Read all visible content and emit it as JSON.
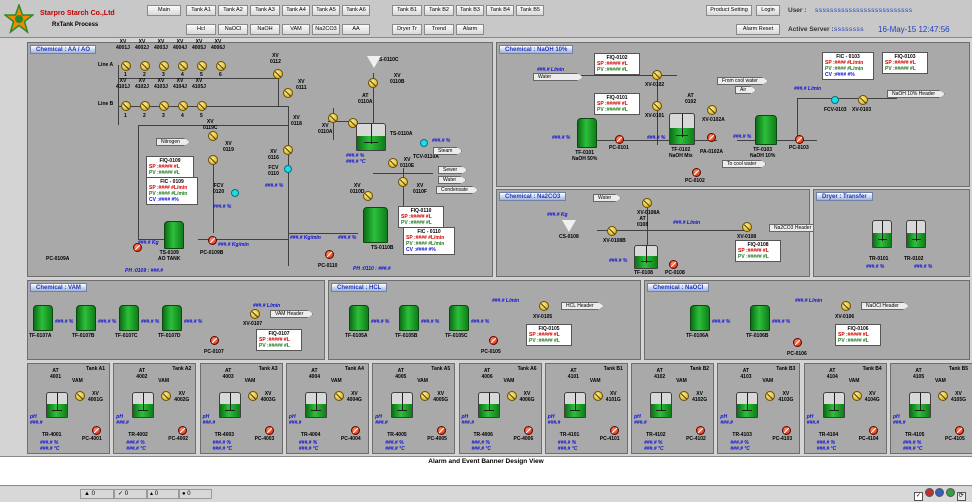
{
  "company": {
    "name": "Starpro Starch Co.,Ltd",
    "subtitle": "RxTank Process"
  },
  "nav": {
    "row1": [
      "Main",
      "Tank A1",
      "Tank A2",
      "Tank A3",
      "Tank A4",
      "Tank A5",
      "Tank A6",
      "Tank B1",
      "Tank B2",
      "Tank B3",
      "Tank B4",
      "Tank B5"
    ],
    "row2": [
      "Hcl",
      "NaOCl",
      "NaOH",
      "VAM",
      "Na2CO3",
      "AA",
      "Dryer Tr",
      "Trend",
      "Alarm"
    ],
    "product_setting": "Product Setting",
    "login": "Login",
    "alarm_reset": "Alarm Reset",
    "user_label": "User :",
    "user_value": "ssssssssssssssssssssssssss",
    "server_label": "Active Server :",
    "server_value": "ssssssss",
    "datetime": "16-May-15 12:47:56"
  },
  "panels": {
    "aa": "Chemical : AA / AO",
    "naoh": "Chemical : NaOH 10%",
    "na2co3": "Chemical : Na2CO3",
    "dryer": "Dryer : Transfer",
    "vam": "Chemical : VAM",
    "hcl": "Chemical : HCL",
    "naocl": "Chemical : NaOCl"
  },
  "aa": {
    "line_a": "Line A",
    "line_b": "Line B",
    "xv_a": [
      "XV\n4001J",
      "XV\n4002J",
      "XV\n4003J",
      "XV\n4004J",
      "XV\n4005J",
      "XV\n4006J"
    ],
    "xv_b": [
      "XV\n4101J",
      "XV\n4102J",
      "XV\n4103J",
      "XV\n4104J",
      "XV\n4105J"
    ],
    "nums_a": [
      "1",
      "2",
      "3",
      "4",
      "5",
      "6"
    ],
    "nums_b": [
      "1",
      "2",
      "3",
      "4",
      "5"
    ],
    "xv0112": "XV\n0112",
    "xv0111": "XV\n0111",
    "xv0119c": "XV\n0119C",
    "nitrogen": "Nitrogen",
    "xv0119": "XV\n0119",
    "xv0118": "XV\n0118",
    "fcv0120": "FCV\n0120",
    "xv0116": "XV\n0116",
    "fcv0110": "FCV\n0110",
    "ts0110c": "TS-0110C",
    "xv0110b": "XV\n0110B",
    "at0110a": "AT\n0110A",
    "xv0110a": "XV\n0110A",
    "ts0110a": "TS-0110A",
    "tcv0110a": "TCV-0110A",
    "xv0110e": "XV\n0110E",
    "xv0110f": "XV\n0110F",
    "xv0110d": "XV\n0110D",
    "steam": "Steam",
    "sewer": "Sewer",
    "water": "Water",
    "condensate": "Condensate",
    "fiq0109": {
      "t": "FIQ-0109",
      "sp": "SP :##### #L",
      "pv": "PV :##### #L"
    },
    "fic0109": {
      "t": "FIC - 0109",
      "sp": "SP :#### #L/min",
      "pv": "PV :#### #L/min",
      "cv": "CV :#### #%"
    },
    "fiq0110": {
      "t": "FIQ-0110",
      "sp": "SP :##### #L",
      "pv": "PV :##### #L"
    },
    "fic0110": {
      "t": "FIC - 0110",
      "sp": "SP :#### #L/min",
      "pv": "PV :#### #L/min",
      "cv": "CV :#### #%"
    },
    "ts0109": "TS-0109\nAO TANK",
    "pc0109a": "PC-0109A",
    "pc0109b": "PC-0109B",
    "ts0110b": "TS-0110B",
    "pc0110": "PC-0110",
    "v1": "###.# %",
    "v2": "###.# %",
    "v3": "###.# °C",
    "v4": "###.# Kg/min",
    "v5": "###.# Kg/min",
    "v6": "###.# Kg",
    "v7": "###.# %",
    "v8": "###.# %",
    "ph0109": "PH :0109 : ###.#",
    "ph0110": "PH :0110 : ###.#"
  },
  "naoh": {
    "flow": "###.# L/min",
    "water": "Water",
    "fiq0102": {
      "t": "FIQ-0102",
      "sp": "SP :##### #L",
      "pv": "PV :##### #L"
    },
    "fiq0101": {
      "t": "FIQ-0101",
      "sp": "SP :##### #L",
      "pv": "PV :##### #L"
    },
    "fiq0103": {
      "t": "FIQ-0103",
      "sp": "SP :##### #L",
      "pv": "PV :##### #L"
    },
    "fic0103": {
      "t": "FIC - 0103",
      "sp": "SP :#### #L/min",
      "pv": "PV :#### #L/min",
      "cv": "CV :#### #%"
    },
    "xv0102": "XV-0102",
    "xv0101": "XV-0101",
    "at0102": "AT\n0102",
    "from_cool": "From cool water",
    "air": "Air",
    "to_cool": "To cool water",
    "tf0101": "TF-0101\nNaOH 50%",
    "tf0102": "TF-0102\nNaOH Mix",
    "tf0103": "TF-0103\nNaOH 10%",
    "pc0101": "PC-0101",
    "pc0102": "PC-0102",
    "pc0103": "PC-0103",
    "xv0102a": "XV-0102A",
    "pa0102a": "PA-0102A",
    "fcv0103": "FCV-0103",
    "xv0103": "XV-0103",
    "header": "NaOH 10% Header",
    "p1": "###.# %",
    "p2": "###.# %",
    "p3": "###.# %",
    "p4": "###.# L/min"
  },
  "na2co3": {
    "water": "Water",
    "xv0108a": "XV-0108A",
    "at0108": "AT\n0108",
    "cs0108": "CS-0108",
    "xv0108b": "XV-0108B",
    "xv0108": "XV-0108",
    "header": "Na2CO3 Header",
    "fiq0108": {
      "t": "FIQ-0108",
      "sp": "SP :##### #L",
      "pv": "PV :##### #L"
    },
    "tf0108": "TF-0108",
    "pc0108": "PC-0108",
    "kg": "###.# Kg",
    "flow": "###.# L/min",
    "pct": "###.# %"
  },
  "dryer": {
    "tr0101": "TR-0101",
    "tr0102": "TR-0102",
    "p1": "###.# %",
    "p2": "###.# %"
  },
  "vam": {
    "tanks": [
      "TF-0107A",
      "TF-0107B",
      "TF-0107C",
      "TF-0107D"
    ],
    "pct": [
      "###.# %",
      "###.# %",
      "###.# %",
      "###.# %"
    ],
    "flow": "###.# L/min",
    "xv": "XV-0107",
    "header": "VAM Header",
    "fiq": {
      "t": "FIQ-0107",
      "sp": "SP :##### #L",
      "pv": "PV :##### #L"
    },
    "pc": "PC-0107"
  },
  "hcl": {
    "tanks": [
      "TF-0105A",
      "TF-0105B",
      "TF-0105C"
    ],
    "pct": [
      "###.# %",
      "###.# %",
      "###.# %"
    ],
    "flow": "###.# L/min",
    "xv": "XV-0105",
    "header": "HCL Header",
    "fiq": {
      "t": "FIQ-0105",
      "sp": "SP :##### #L",
      "pv": "PV :##### #L"
    },
    "pc": "PC-0105"
  },
  "naocl": {
    "tanks": [
      "TF-0106A",
      "TF-0106B"
    ],
    "pct": [
      "###.# %",
      "###.# %"
    ],
    "flow": "###.# L/min",
    "xv": "XV-0106",
    "header": "NaOCl Header",
    "fiq": {
      "t": "FIQ-0106",
      "sp": "SP :##### #L",
      "pv": "PV :##### #L"
    },
    "pc": "PC-0106"
  },
  "tanks": [
    {
      "title": "Tank A1",
      "at": "AT\n4001",
      "vam": "VAM",
      "xv": "XV\n4001G",
      "tr": "TR-4001",
      "pc": "PC-4001",
      "ph": "pH\n###.#",
      "v1": "###.# %",
      "v2": "###.# °C"
    },
    {
      "title": "Tank A2",
      "at": "AT\n4002",
      "vam": "VAM",
      "xv": "XV\n4002G",
      "tr": "TR-4002",
      "pc": "PC-4002",
      "ph": "pH\n###.#",
      "v1": "###.# %",
      "v2": "###.# °C"
    },
    {
      "title": "Tank A3",
      "at": "AT\n4003",
      "vam": "VAM",
      "xv": "XV\n4003G",
      "tr": "TR-4003",
      "pc": "PC-4003",
      "ph": "pH\n###.#",
      "v1": "###.# %",
      "v2": "###.# °C"
    },
    {
      "title": "Tank A4",
      "at": "AT\n4004",
      "vam": "VAM",
      "xv": "XV\n4004G",
      "tr": "TR-4004",
      "pc": "PC-4004",
      "ph": "pH\n###.#",
      "v1": "###.# %",
      "v2": "###.# °C"
    },
    {
      "title": "Tank A5",
      "at": "AT\n4005",
      "vam": "VAM",
      "xv": "XV\n4005G",
      "tr": "TR-4005",
      "pc": "PC-4005",
      "ph": "pH\n###.#",
      "v1": "###.# %",
      "v2": "###.# °C"
    },
    {
      "title": "Tank A6",
      "at": "AT\n4006",
      "vam": "VAM",
      "xv": "XV\n4006G",
      "tr": "TR-4006",
      "pc": "PC-4006",
      "ph": "pH\n###.#",
      "v1": "###.# %",
      "v2": "###.# °C"
    },
    {
      "title": "Tank B1",
      "at": "AT\n4101",
      "vam": "VAM",
      "xv": "XV\n4101G",
      "tr": "TR-4101",
      "pc": "PC-4101",
      "ph": "pH\n###.#",
      "v1": "###.# %",
      "v2": "###.# °C"
    },
    {
      "title": "Tank B2",
      "at": "AT\n4102",
      "vam": "VAM",
      "xv": "XV\n4102G",
      "tr": "TR-4102",
      "pc": "PC-4102",
      "ph": "pH\n###.#",
      "v1": "###.# %",
      "v2": "###.# °C"
    },
    {
      "title": "Tank B3",
      "at": "AT\n4103",
      "vam": "VAM",
      "xv": "XV\n4103G",
      "tr": "TR-4103",
      "pc": "PC-4103",
      "ph": "pH\n###.#",
      "v1": "###.# %",
      "v2": "###.# °C"
    },
    {
      "title": "Tank B4",
      "at": "AT\n4104",
      "vam": "VAM",
      "xv": "XV\n4104G",
      "tr": "TR-4104",
      "pc": "PC-4104",
      "ph": "pH\n###.#",
      "v1": "###.# %",
      "v2": "###.# °C"
    },
    {
      "title": "Tank B5",
      "at": "AT\n4105",
      "vam": "VAM",
      "xv": "XV\n4105G",
      "tr": "TR-4105",
      "pc": "PC-4105",
      "ph": "pH\n###.#",
      "v1": "###.# %",
      "v2": "###.# °C"
    }
  ],
  "banner": "Alarm and Event Banner Design View",
  "status": {
    "a1": "0",
    "a2": "0",
    "a3": "0",
    "a4": "0"
  },
  "colors": {
    "tank_green": "#1fa02a",
    "valve_yellow": "#e8c020",
    "pump_red": "#d11d00",
    "title_blue": "#1e36b8",
    "value_blue": "#1010d8"
  }
}
